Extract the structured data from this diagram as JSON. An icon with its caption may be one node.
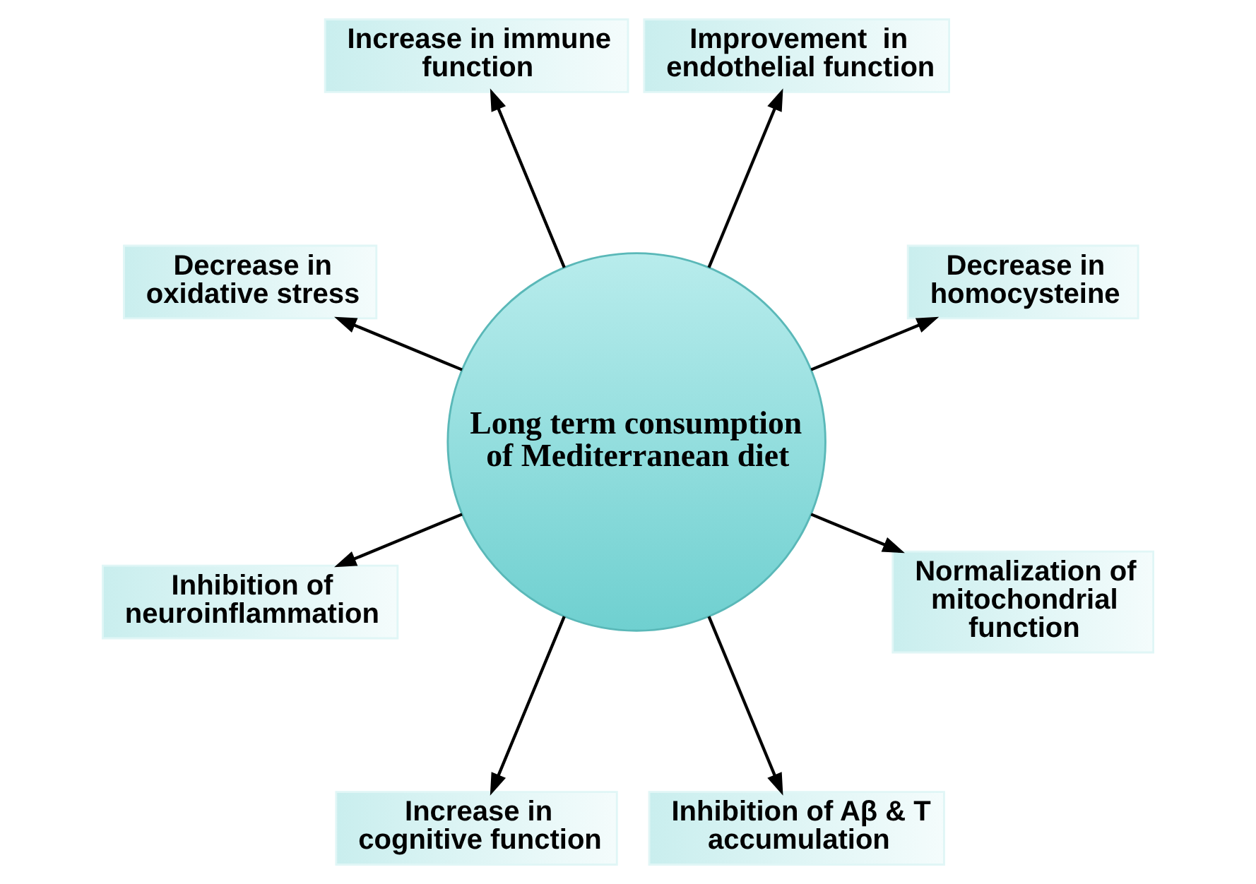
{
  "diagram": {
    "nodes": [
      {
        "text": [
          "Long term consumption of Mediterranean diet"
        ]
      },
      {
        "text": [
          "Decrease in homocysteine"
        ]
      },
      {
        "text": [
          "Improvement  in endothelial function"
        ]
      },
      {
        "text": [
          "Increase in immune function"
        ]
      },
      {
        "text": [
          "Decrease in oxidative stress"
        ]
      },
      {
        "text": [
          "Inhibition of neuroinflammation"
        ]
      },
      {
        "text": [
          "Increase in cognitive function"
        ]
      },
      {
        "text": [
          "Inhibition of Aβ & T accumulation"
        ]
      },
      {
        "text": [
          "Normalization of mitochondrial function"
        ]
      }
    ],
    "edges": [
      {
        "from": 0,
        "to": 1,
        "arrow": "to"
      },
      {
        "from": 0,
        "to": 3,
        "arrow": "to"
      },
      {
        "from": 0,
        "to": 5,
        "arrow": "to"
      },
      {
        "from": 0,
        "to": 7,
        "arrow": "to"
      },
      {
        "from": 0,
        "to": 8,
        "arrow": "to"
      },
      {
        "from": 0,
        "to": 6,
        "arrow": "to"
      },
      {
        "from": 0,
        "to": 4,
        "arrow": "to"
      },
      {
        "from": 0,
        "to": 2,
        "arrow": "to"
      }
    ]
  }
}
